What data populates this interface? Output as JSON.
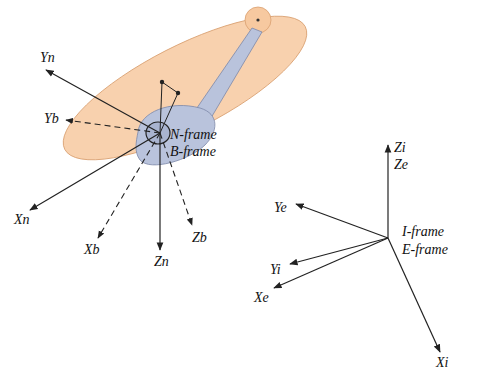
{
  "diagram": {
    "labels": [
      "Yn",
      "Yb",
      "N-frame",
      "B-frame",
      "Xn",
      "Xb",
      "Zn",
      "Zb",
      "Zi",
      "Ze",
      "Ye",
      "Yi",
      "I-frame",
      "E-frame",
      "Xe",
      "Xi"
    ]
  }
}
